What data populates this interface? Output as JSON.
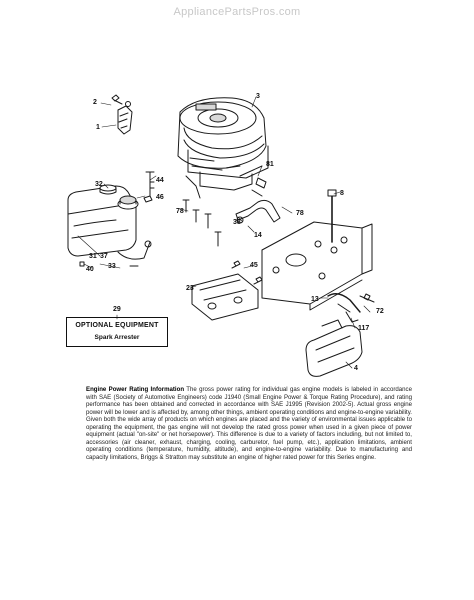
{
  "watermark": "AppliancePartsPros.com",
  "callouts": {
    "c1": "1",
    "c2": "2",
    "c3": "3",
    "c4": "4",
    "c13": "13",
    "c14": "14",
    "c23": "23",
    "c29": "29",
    "c31": "31",
    "c32": "32",
    "c33": "33",
    "c37": "37",
    "c38": "38",
    "c40": "40",
    "c44": "44",
    "c45": "45",
    "c46": "46",
    "c72": "72",
    "c78a": "78",
    "c78b": "78",
    "c81": "81",
    "c117": "117",
    "c8": "8"
  },
  "optional_box": {
    "title": "OPTIONAL EQUIPMENT",
    "item": "Spark Arrester"
  },
  "notes": {
    "heading": "Engine Power Rating Information",
    "body": "The gross power rating for individual gas engine models is labeled in accordance with SAE (Society of Automotive Engineers) code J1940 (Small Engine Power & Torque Rating Procedure), and rating performance has been obtained and corrected in accordance with SAE J1995 (Revision 2002-5). Actual gross engine power will be lower and is affected by, among other things, ambient operating conditions and engine-to-engine variability. Given both the wide array of products on which engines are placed and the variety of environmental issues applicable to operating the equipment, the gas engine will not develop the rated gross power when used in a given piece of power equipment (actual \"on-site\" or net horsepower). This difference is due to a variety of factors including, but not limited to, accessories (air cleaner, exhaust, charging, cooling, carburetor, fuel pump, etc.), application limitations, ambient operating conditions (temperature, humidity, altitude), and engine-to-engine variability. Due to manufacturing and capacity limitations, Briggs & Stratton may substitute an engine of higher rated power for this Series engine."
  },
  "colors": {
    "line": "#1a1a1a",
    "fill": "#ffffff",
    "shade": "#d9d9d9",
    "watermark": "#c8c8c8"
  }
}
